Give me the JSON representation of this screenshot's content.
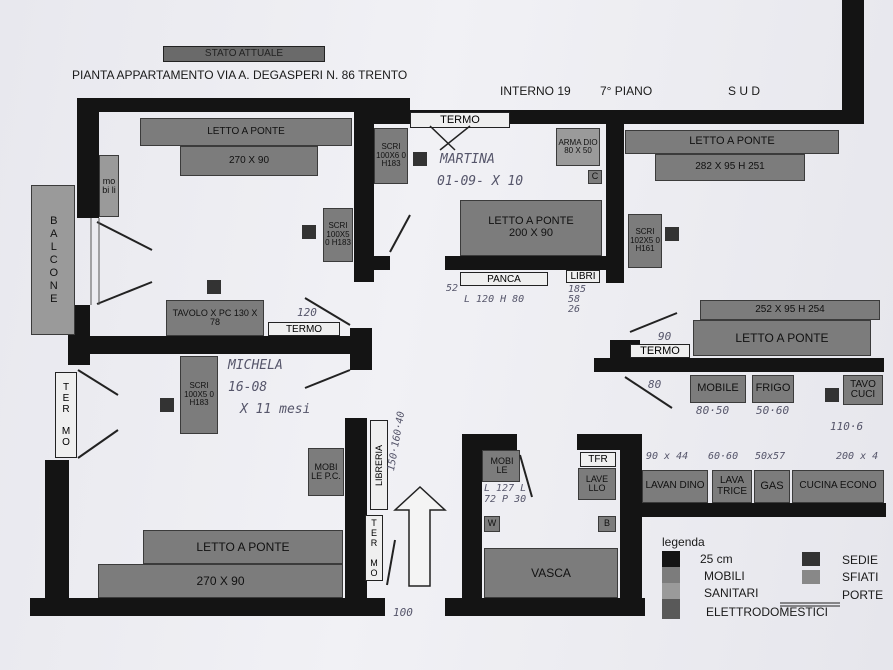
{
  "header": {
    "stato": "STATO ATTUALE",
    "title": "PIANTA APPARTAMENTO VIA A. DEGASPERI N. 86 TRENTO",
    "interno": "INTERNO 19",
    "piano": "7° PIANO",
    "sud": "S U D"
  },
  "rooms": {
    "room1": {
      "bed": "LETTO A PONTE",
      "bed_dim": "270 X 90",
      "mobili": "mo bi li",
      "scri": "SCRI 100X5 0 H183",
      "desk": "TAVOLO X PC 130 X 78",
      "termo": "TERMO",
      "termo_dim": "120"
    },
    "balcone": "BALCONE",
    "room2": {
      "termo": "TERMO",
      "scri": "SCRI 100X6 0 H183",
      "armadio": "ARMA DIO 80 X 50",
      "c": "C",
      "bed": "LETTO A PONTE",
      "bed_dim": "200 X 90",
      "panca": "PANCA",
      "libri": "LIBRI",
      "hand1": "MARTINA",
      "hand2": "01-09- X 10",
      "dim_52": "52",
      "dim_l": "L 120 H 80",
      "dim_r": "185 58 26"
    },
    "room3": {
      "bed": "LETTO A PONTE",
      "bed_dim": "282 X 95 H 251",
      "scri": "SCRI 102X5 0 H161"
    },
    "room4": {
      "bed": "LETTO A PONTE",
      "bed_dim": "252 X 95 H 254",
      "termo": "TERMO",
      "dim_90": "90",
      "dim_80": "80",
      "mobile": "MOBILE",
      "frigo": "FRIGO",
      "tavolo": "TAVO CUCI",
      "dims": "80·50",
      "frigo_dims": "50·60",
      "tavolo_dims": "110·6"
    },
    "room5": {
      "termo": "TER MO",
      "scri": "SCRI 100X5 0 H183",
      "hand1": "MICHELA",
      "hand2": "16-08",
      "hand3": "X 11 mesi",
      "mobile": "MOBI LE P.C.",
      "bed": "LETTO A PONTE",
      "bed_dim": "270 X 90"
    },
    "corridor": {
      "libreria": "LIBRERIA",
      "lib_dims": "150·160·40",
      "termo": "TER MO",
      "dim_100": "100"
    },
    "bath": {
      "mobile": "MOBI LE",
      "dims": "L 127 L 72 P 30",
      "w": "W",
      "vasca": "VASCA"
    },
    "kitchen": {
      "tfr": "TFR",
      "lavello": "LAVE LLO",
      "b": "B",
      "lavandino": "LAVAN DINO",
      "lavatrice": "LAVA TRICE",
      "gas": "GAS",
      "cucina": "CUCINA ECONO",
      "d1": "90 x 44",
      "d2": "60·60",
      "d3": "50x57",
      "d4": "200 x 4"
    }
  },
  "legend": {
    "title": "legenda",
    "items": [
      "25 cm",
      "MOBILI",
      "SANITARI",
      "ELETTRODOMESTICI",
      "SEDIE",
      "SFIATI",
      "PORTE"
    ]
  }
}
